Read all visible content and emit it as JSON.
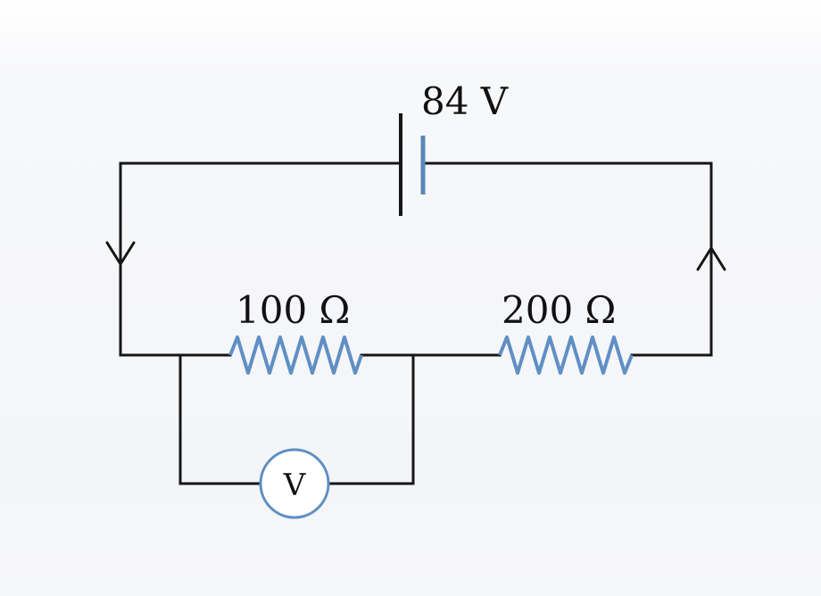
{
  "battery": {
    "label": "84 V"
  },
  "resistors": [
    {
      "id": "r1",
      "label": "100 Ω"
    },
    {
      "id": "r2",
      "label": "200 Ω"
    }
  ],
  "voltmeter": {
    "label": "V"
  },
  "current_arrows": [
    {
      "side": "left",
      "direction": "down"
    },
    {
      "side": "right",
      "direction": "up"
    }
  ]
}
